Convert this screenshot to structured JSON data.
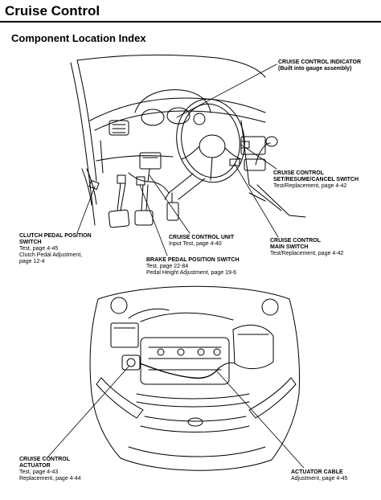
{
  "page": {
    "title": "Cruise Control",
    "subtitle": "Component Location Index"
  },
  "labels": {
    "indicator": {
      "h1": "CRUISE CONTROL INDICATOR",
      "s1": "(Built into gauge assembly)"
    },
    "set_switch": {
      "h1": "CRUISE CONTROL",
      "h2": "SET/RESUME/CANCEL SWITCH",
      "s1": "Test/Replacement, page 4-42"
    },
    "clutch": {
      "h1": "CLUTCH PEDAL POSITION",
      "h2": "SWITCH",
      "s1": "Test, page 4-45",
      "s2": "Clutch Pedal Adjustment,",
      "s3": "page 12-4"
    },
    "unit": {
      "h1": "CRUISE CONTROL UNIT",
      "s1": "Input Test, page 4-40"
    },
    "main_switch": {
      "h1": "CRUISE CONTROL",
      "h2": "MAIN SWITCH",
      "s1": "Test/Replacement, page 4-42"
    },
    "brake": {
      "h1": "BRAKE PEDAL POSITION SWITCH",
      "s1": "Test, page 22-84",
      "s2": "Pedal Height Adjustment, page 19-6"
    },
    "actuator": {
      "h1": "CRUISE CONTROL",
      "h2": "ACTUATOR",
      "s1": "Test, page 4-43",
      "s2": "Replacement, page 4-44"
    },
    "cable": {
      "h1": "ACTUATOR CABLE",
      "s1": "Adjustment, page 4-45"
    }
  }
}
